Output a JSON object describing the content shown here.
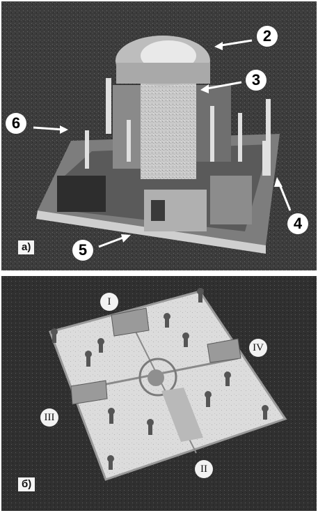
{
  "panel_a": {
    "letter": "a)",
    "callouts": [
      "2",
      "3",
      "4",
      "5",
      "6"
    ]
  },
  "panel_b": {
    "letter": "б)",
    "sections": [
      "I",
      "II",
      "III",
      "IV"
    ]
  },
  "colors": {
    "background": "#ffffff",
    "photo_dark": "#3a3a3a",
    "board": "#d8d8d8",
    "label_fill": "#ffffff"
  }
}
